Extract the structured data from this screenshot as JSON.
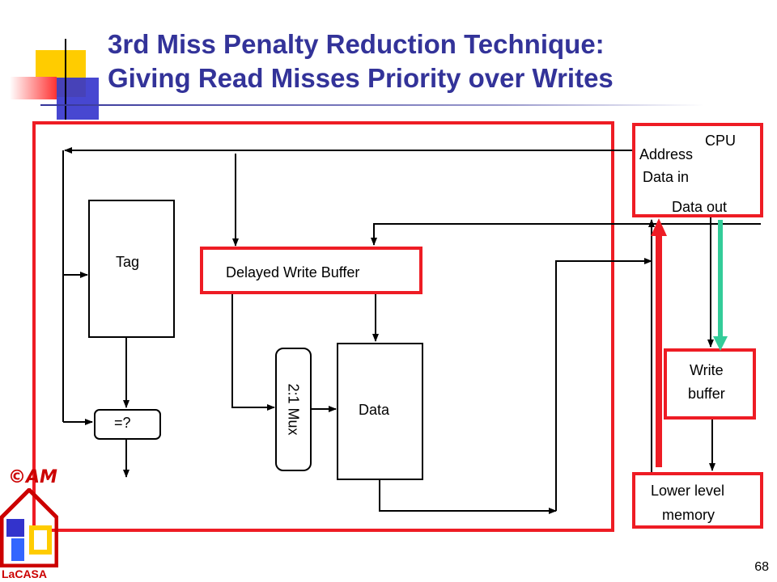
{
  "slide": {
    "title_line1": "3rd Miss Penalty Reduction Technique:",
    "title_line2": "Giving Read Misses Priority over Writes",
    "page_number": "68"
  },
  "diagram": {
    "cpu_label": "CPU",
    "address_label": "Address",
    "data_in_label": "Data in",
    "data_out_label": "Data out",
    "tag_label": "Tag",
    "delayed_write_buffer_label": "Delayed Write Buffer",
    "mux_label": "2:1 Mux",
    "data_label": "Data",
    "compare_label": "=?",
    "write_buffer_line1": "Write",
    "write_buffer_line2": "buffer",
    "lower_level_line1": "Lower level",
    "lower_level_line2": "memory"
  },
  "logo": {
    "copyright_text": "©AM",
    "name_text": "LaCASA"
  },
  "colors": {
    "title": "#333399",
    "box_border": "#ee1c24",
    "red_arrow": "#ee1c24",
    "green_arrow": "#33cc99"
  }
}
